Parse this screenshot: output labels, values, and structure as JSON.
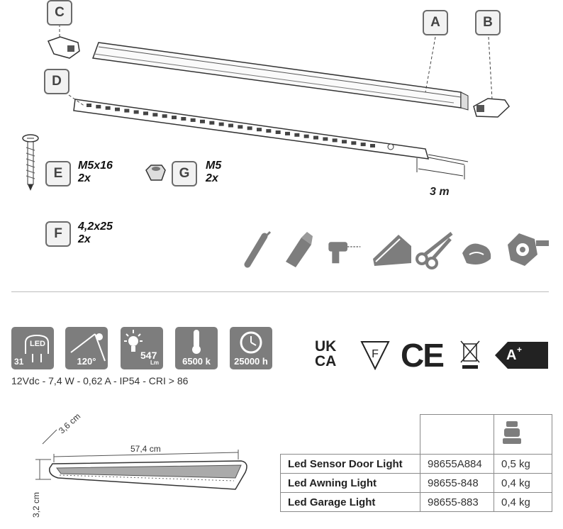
{
  "assembly": {
    "labels": {
      "a": "A",
      "b": "B",
      "c": "C",
      "d": "D",
      "e": "E",
      "f": "F",
      "g": "G"
    },
    "length": "3 m",
    "parts": {
      "e": {
        "size": "M5x16",
        "qty": "2x"
      },
      "g": {
        "size": "M5",
        "qty": "2x"
      },
      "f": {
        "size": "4,2x25",
        "qty": "2x"
      }
    },
    "tools": [
      "screwdriver-icon",
      "sealant-tube-icon",
      "drill-icon",
      "saw-icon",
      "scissors-icon",
      "cleaning-cloth-icon",
      "tape-measure-icon"
    ]
  },
  "specs": {
    "led_count": "31",
    "led_label": "LED",
    "angle": "120°",
    "lumen_value": "547",
    "lumen_unit": "Lm",
    "color_temp": "6500 k",
    "lifetime": "25000 h",
    "summary": "12Vdc - 7,4 W - 0,62 A - IP54 - CRI > 86"
  },
  "certifications": {
    "ukca_top": "UK",
    "ukca_bottom": "CA",
    "ce": "CE",
    "energy_class": "A",
    "energy_plus": "+"
  },
  "dimensions": {
    "width": "3,6 cm",
    "length": "57,4  cm",
    "height": "3,2 cm"
  },
  "products": [
    {
      "name": "Led Sensor Door Light",
      "code": "98655A884",
      "weight": "0,5 kg"
    },
    {
      "name": "Led Awning Light",
      "code": "98655-848",
      "weight": "0,4 kg"
    },
    {
      "name": "Led Garage Light",
      "code": "98655-883",
      "weight": "0,4 kg"
    }
  ],
  "colors": {
    "icon_gray": "#7d7d7d",
    "line": "#6b6b6b"
  }
}
